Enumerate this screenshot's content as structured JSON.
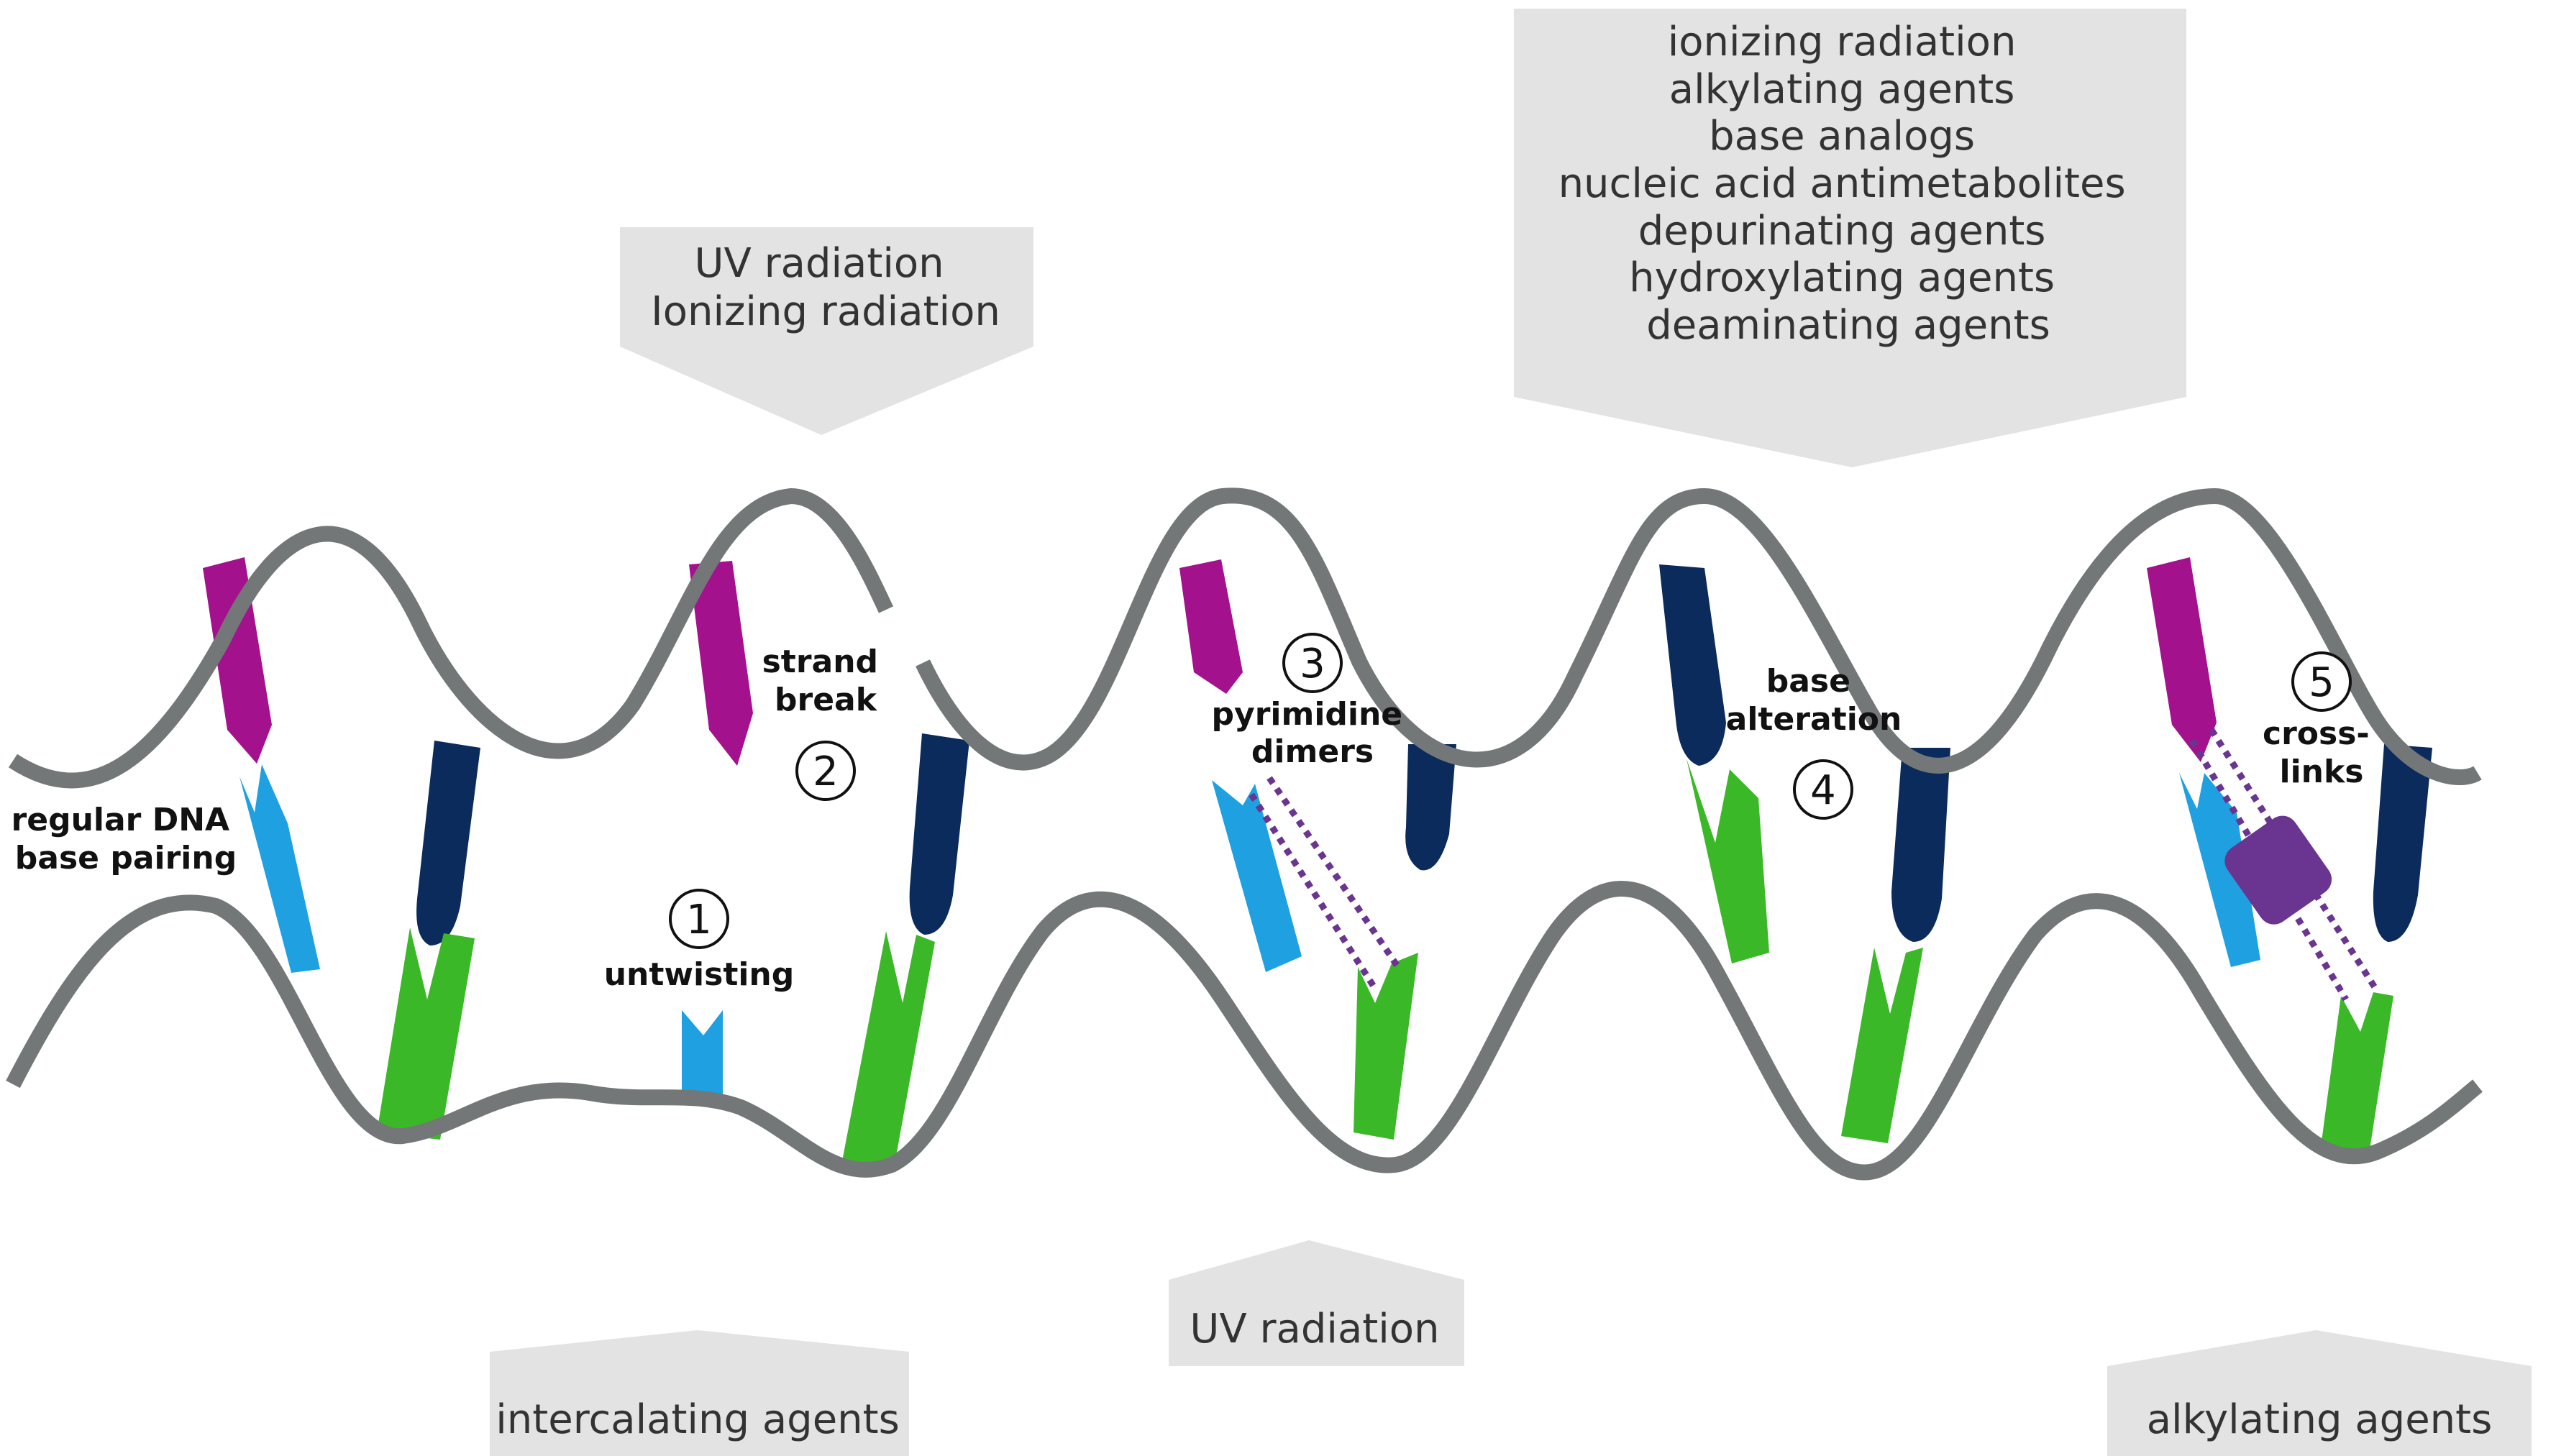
{
  "colors": {
    "strand": "#737777",
    "callout": "#e3e3e3",
    "magenta": "#a3118d",
    "cyan": "#1fa0e0",
    "navy": "#0b2b5c",
    "green": "#3bb827",
    "purple": "#6a3590"
  },
  "callouts": {
    "top_left": [
      "UV radiation",
      "Ionizing radiation"
    ],
    "top_right": [
      "ionizing radiation",
      "alkylating agents",
      "base analogs",
      "nucleic acid antimetabolites",
      "depurinating agents",
      "hydroxylating agents",
      "deaminating agents"
    ],
    "bottom_left": "intercalating agents",
    "bottom_middle": "UV radiation",
    "bottom_right": "alkylating agents"
  },
  "labels": {
    "regular": [
      "regular DNA",
      "base pairing"
    ],
    "strand_break": [
      "strand",
      "break"
    ],
    "untwisting": "untwisting",
    "pyrimidine": [
      "pyrimidine",
      "dimers"
    ],
    "base_alteration": [
      "base",
      "alteration"
    ],
    "crosslinks": [
      "cross-",
      "links"
    ]
  },
  "numbers": [
    "1",
    "2",
    "3",
    "4",
    "5"
  ]
}
